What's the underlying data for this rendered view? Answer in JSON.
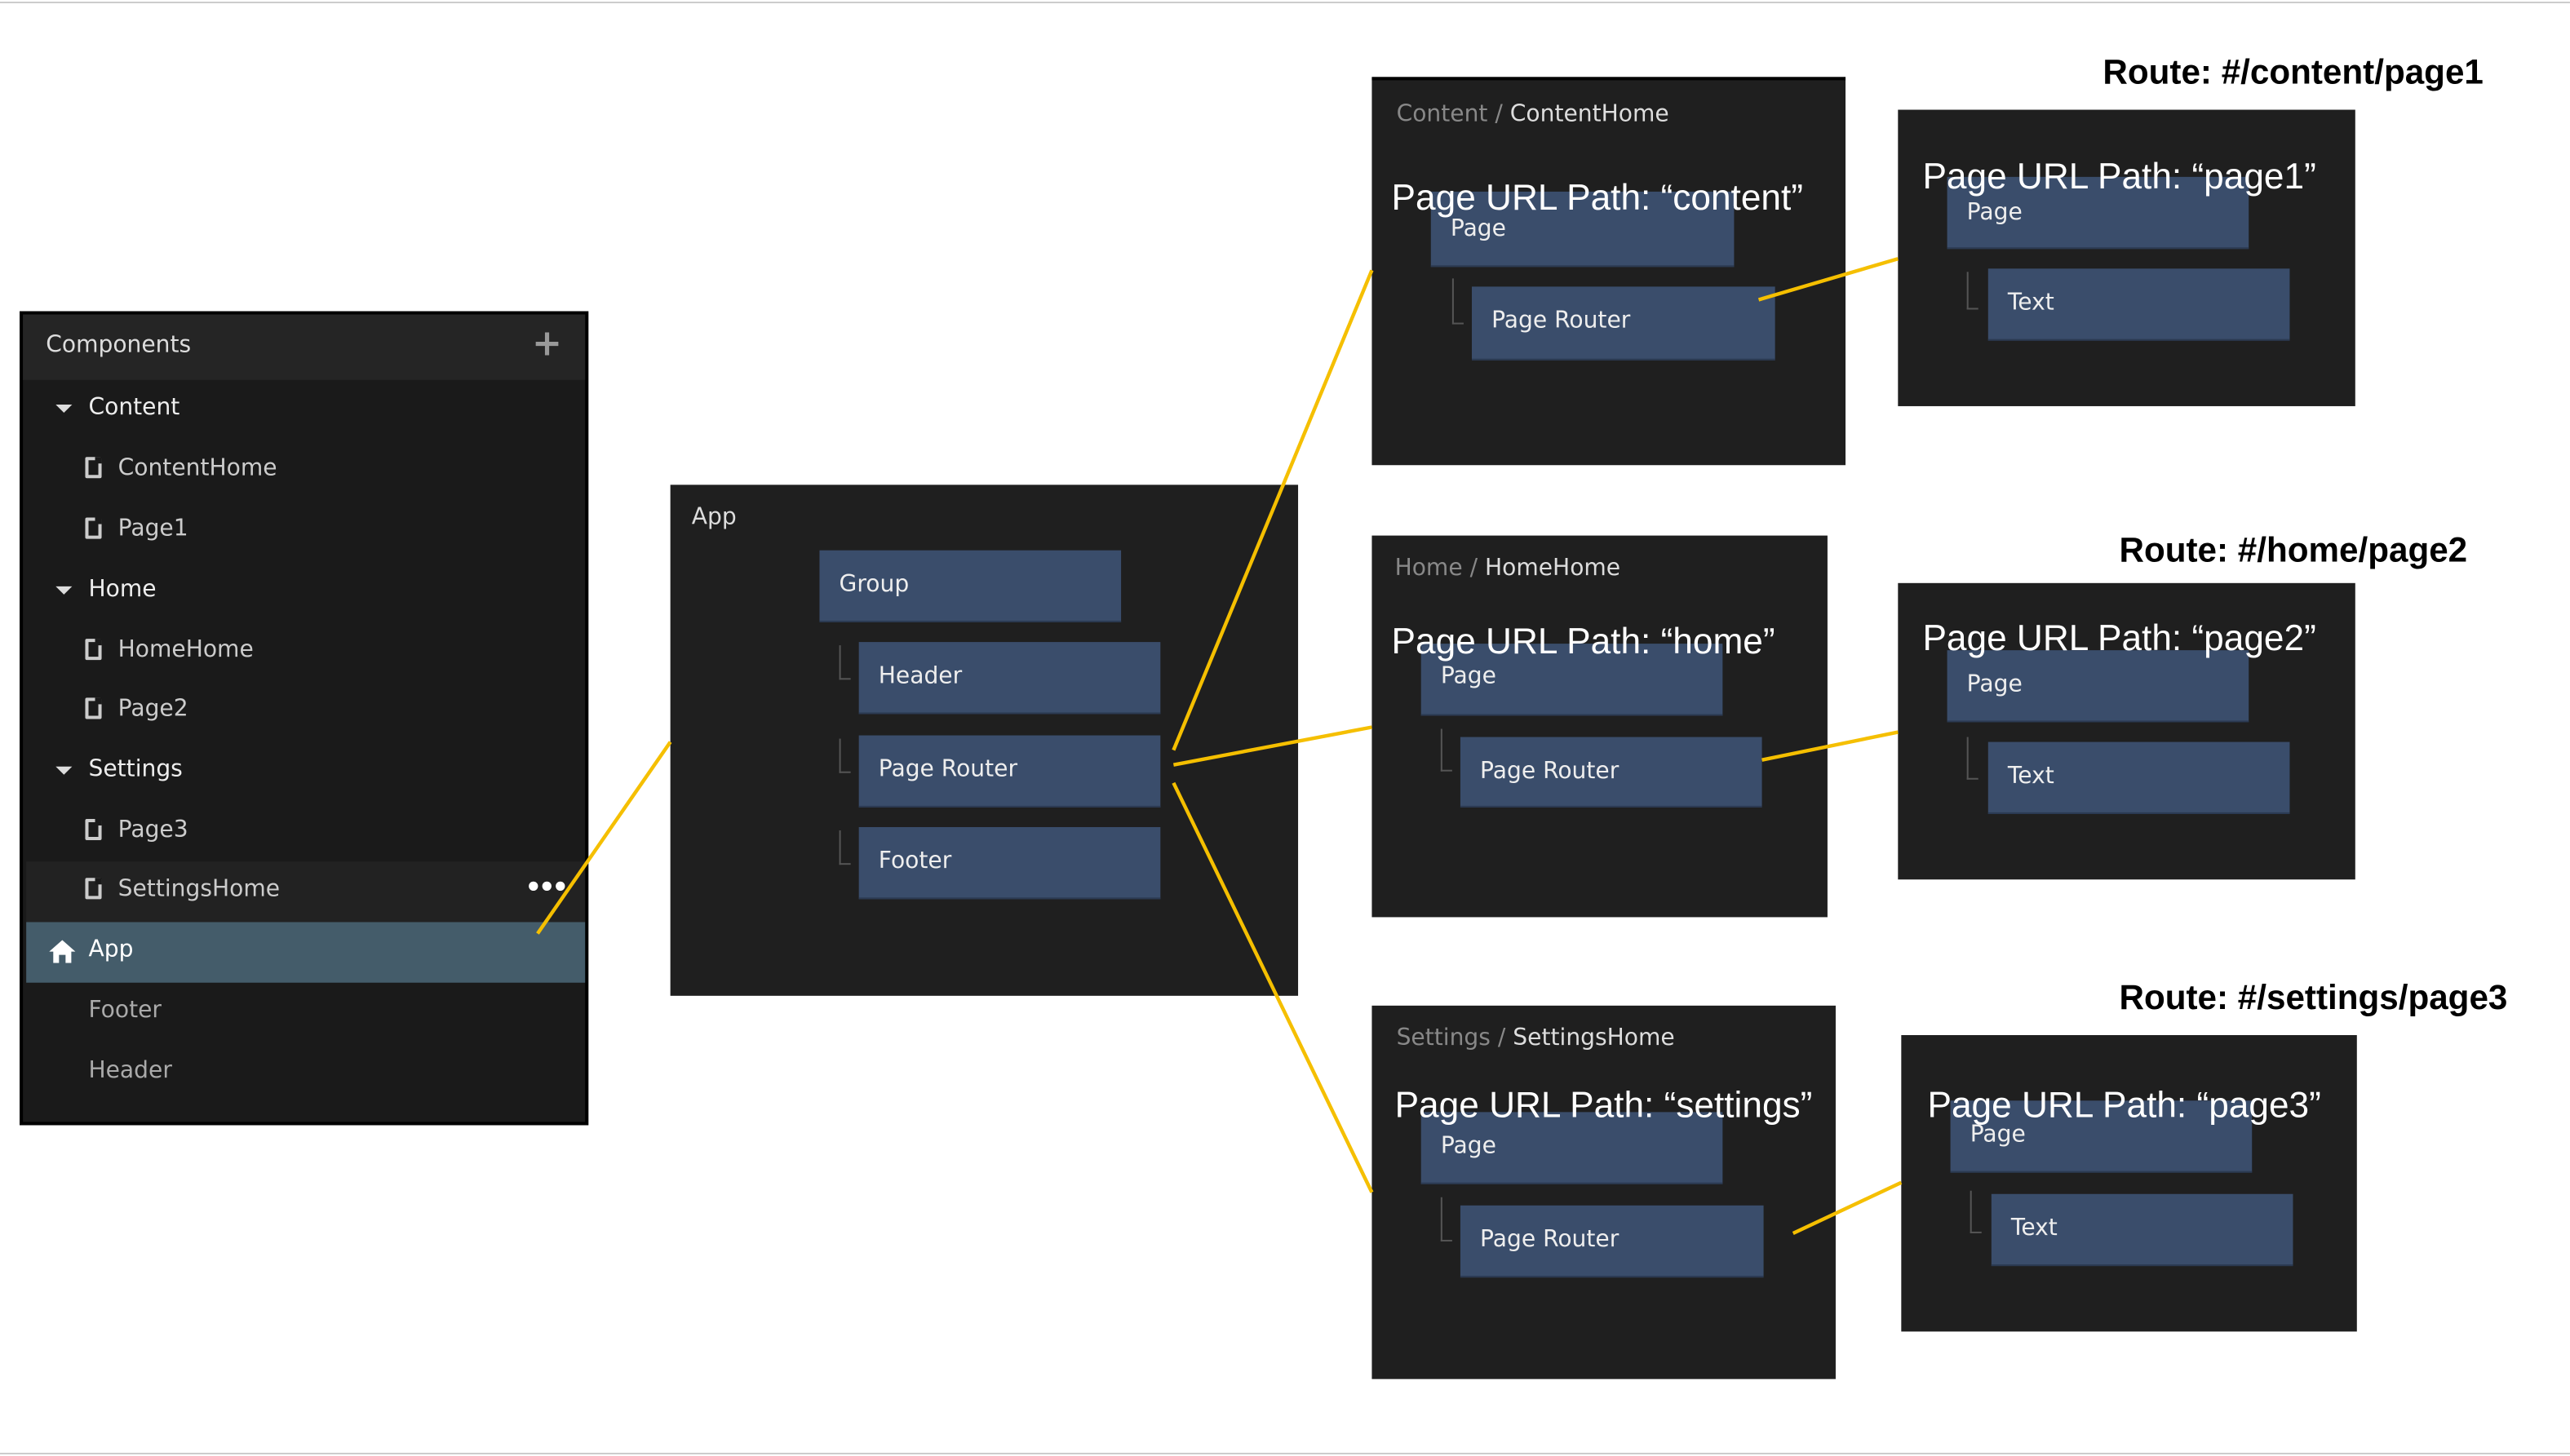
{
  "sidebar": {
    "title": "Components",
    "add_icon": "plus-icon",
    "items": [
      {
        "label": "Content",
        "type": "folder"
      },
      {
        "label": "ContentHome",
        "type": "page"
      },
      {
        "label": "Page1",
        "type": "page"
      },
      {
        "label": "Home",
        "type": "folder"
      },
      {
        "label": "HomeHome",
        "type": "page"
      },
      {
        "label": "Page2",
        "type": "page"
      },
      {
        "label": "Settings",
        "type": "folder"
      },
      {
        "label": "Page3",
        "type": "page"
      },
      {
        "label": "SettingsHome",
        "type": "page",
        "more": "•••"
      },
      {
        "label": "App",
        "type": "home",
        "selected": true
      },
      {
        "label": "Footer",
        "type": "component"
      },
      {
        "label": "Header",
        "type": "component"
      }
    ]
  },
  "app": {
    "title": "App",
    "group": "Group",
    "children": [
      "Header",
      "Page Router",
      "Footer"
    ]
  },
  "content": {
    "crumb_parent": "Content / ",
    "crumb_current": "ContentHome",
    "url_path": "Page URL Path: “content”",
    "page": "Page",
    "router": "Page Router"
  },
  "page1": {
    "route": "Route: #/content/page1",
    "url_path": "Page URL Path: “page1”",
    "page": "Page",
    "text": "Text"
  },
  "home": {
    "crumb_parent": "Home / ",
    "crumb_current": "HomeHome",
    "url_path": "Page URL Path: “home”",
    "page": "Page",
    "router": "Page Router"
  },
  "page2": {
    "route": "Route: #/home/page2",
    "url_path": "Page URL Path: “page2”",
    "page": "Page",
    "text": "Text"
  },
  "settings": {
    "crumb_parent": "Settings / ",
    "crumb_current": "SettingsHome",
    "url_path": "Page URL Path: “settings”",
    "page": "Page",
    "router": "Page Router"
  },
  "page3": {
    "route": "Route: #/settings/page3",
    "url_path": "Page URL Path: “page3”",
    "page": "Page",
    "text": "Text"
  },
  "colors": {
    "connector": "#f5bf00",
    "block": "#3a4d6b",
    "panel": "#1f1f1f",
    "selected": "#445c6a"
  }
}
